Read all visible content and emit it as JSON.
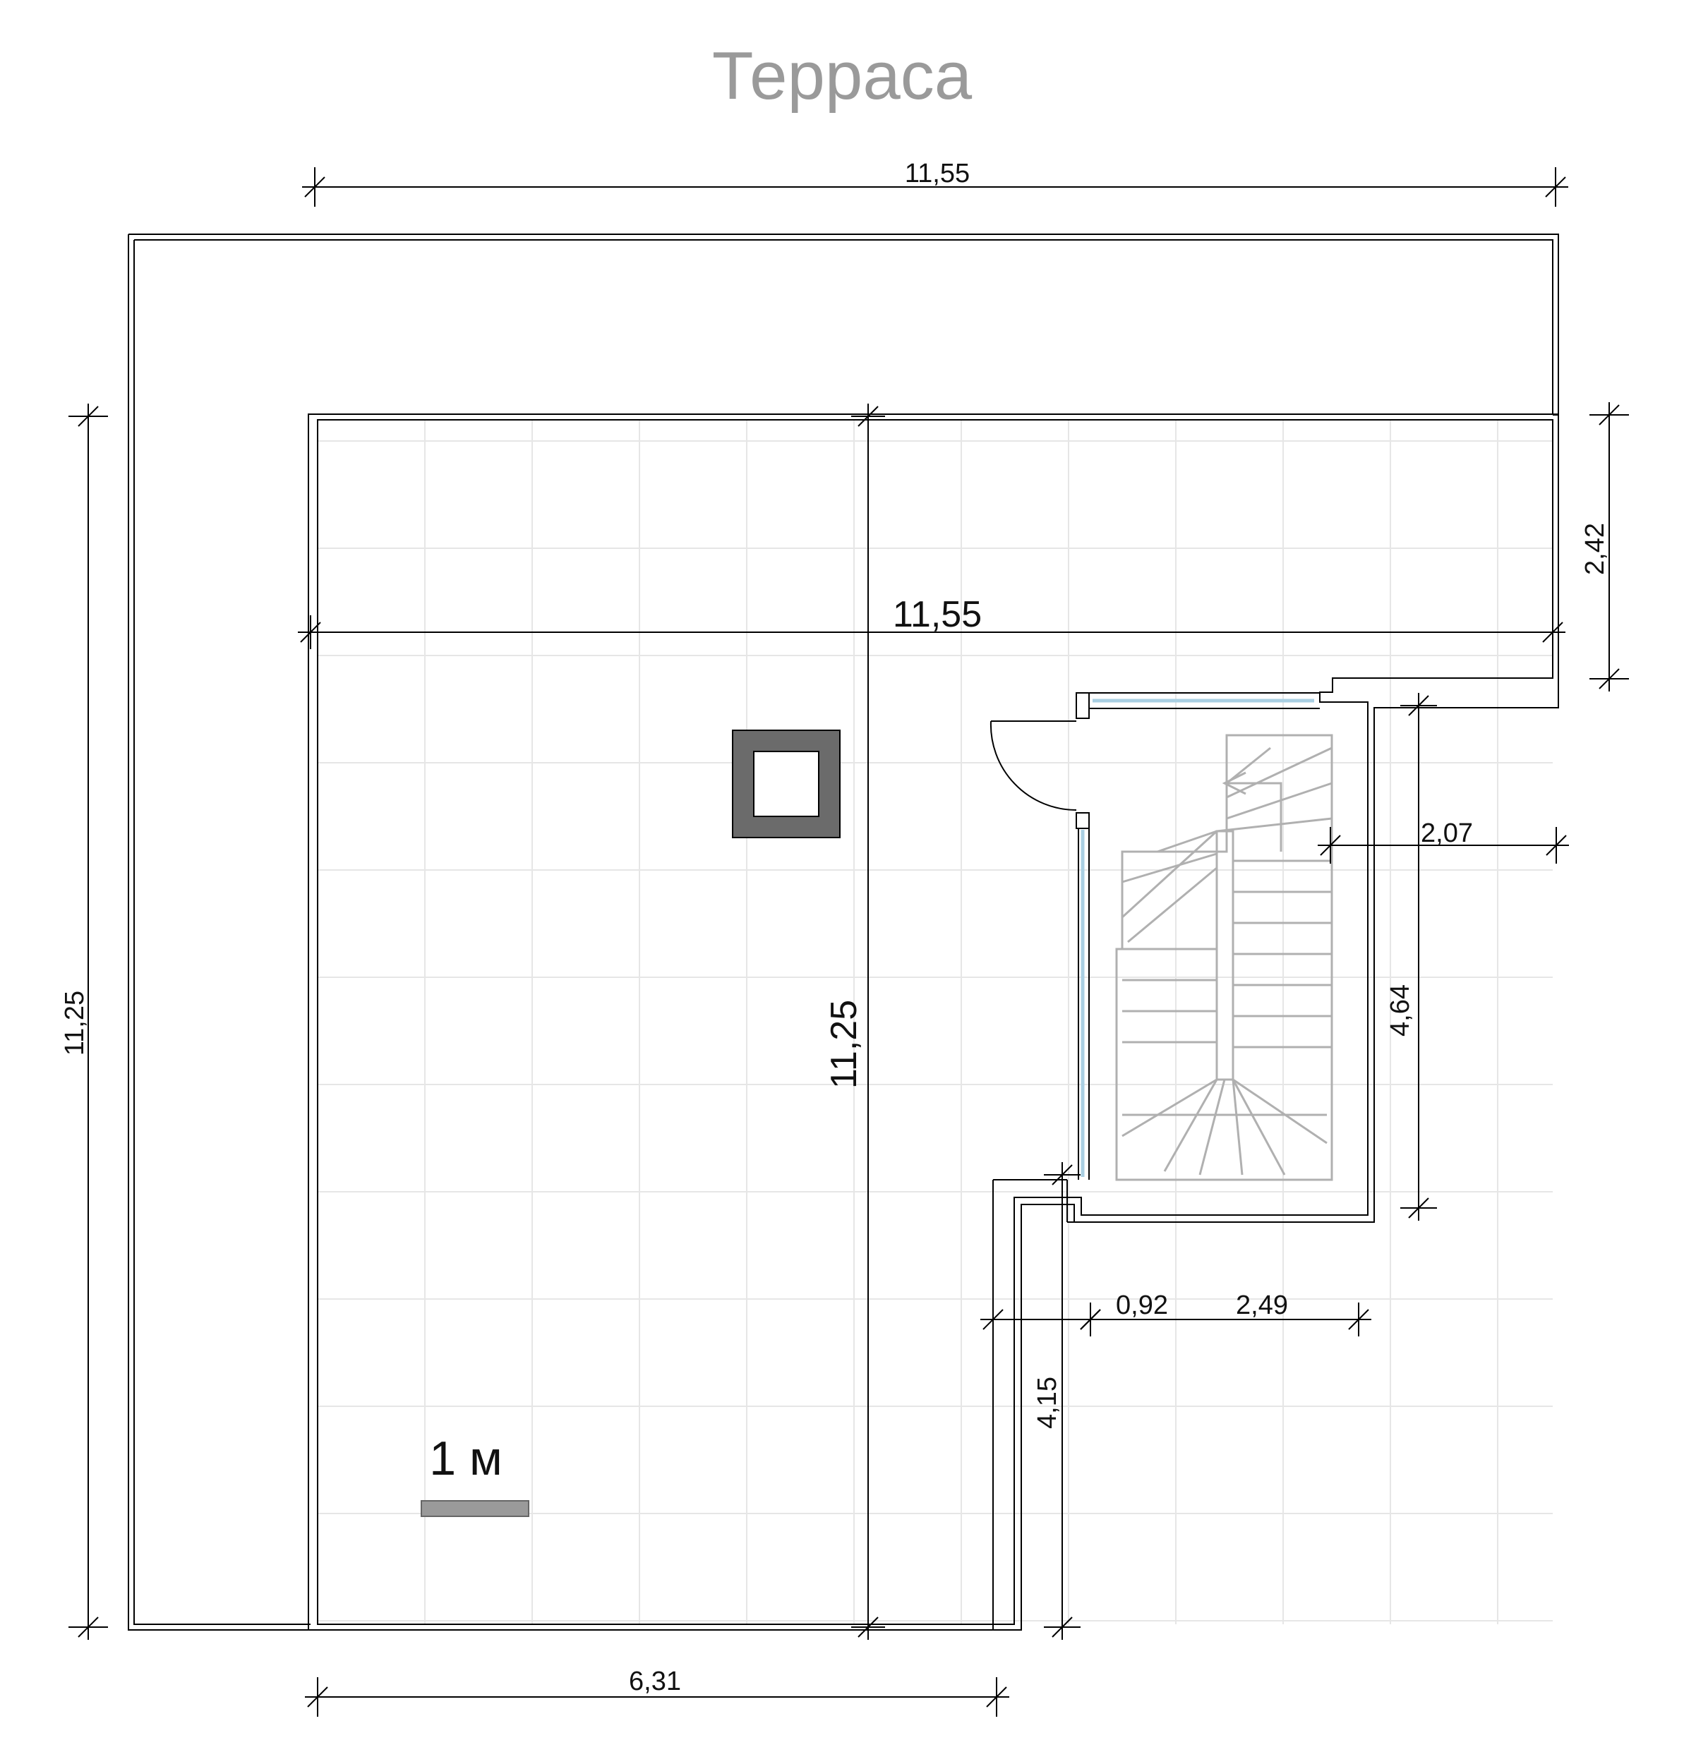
{
  "title": "Терраса",
  "scale_label": "1 м",
  "dimensions": {
    "top_width": "11,55",
    "inner_width": "11,55",
    "left_height": "11,25",
    "inner_height": "11,25",
    "right_depth": "2,42",
    "stair_offset": "2,07",
    "stair_height": "4,64",
    "step_small": "0,92",
    "step_wide": "2,49",
    "notch_height": "4,15",
    "bottom_width": "6,31"
  },
  "colors": {
    "tile_grid": "#e6e6e6",
    "walls": "#000000",
    "stairs": "#b0b0b0",
    "glazing": "#a9cfe2",
    "chimney": "#6b6b6b",
    "scale_bar": "#9a9a9a",
    "title": "#9a9a9a"
  }
}
